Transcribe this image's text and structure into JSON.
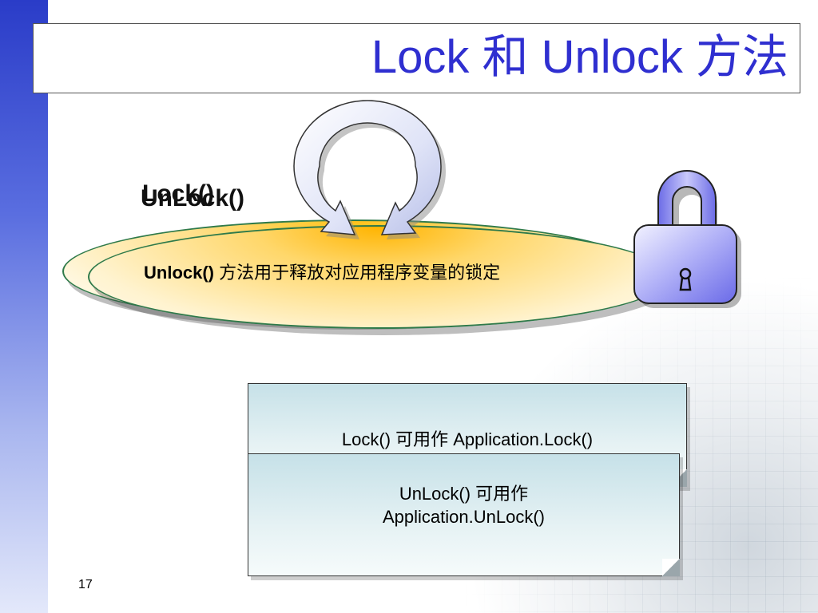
{
  "slide": {
    "title": "Lock 和 Unlock 方法",
    "page_number": "17"
  },
  "graphic": {
    "heading_lock": "Lock()",
    "heading_unlock": "UnLock()",
    "ellipse_text_bold": "Unlock()",
    "ellipse_text_rest": " 方法用于释放对应用程序变量的锁定",
    "icons": [
      "circular-arrows-icon",
      "padlock-icon"
    ]
  },
  "notes": {
    "note1_text": "Lock() 可用作 Application.Lock()",
    "note2_line1": "UnLock() 可用作",
    "note2_line2": "Application.UnLock()"
  },
  "colors": {
    "title": "#2f2fd0",
    "left_band": "#2a3cc8",
    "ellipse_fill": "#ffc21a",
    "ellipse_border": "#2f7a4a",
    "lock_body": "#7e7ef0",
    "note_fill": "#c6e1e8"
  }
}
